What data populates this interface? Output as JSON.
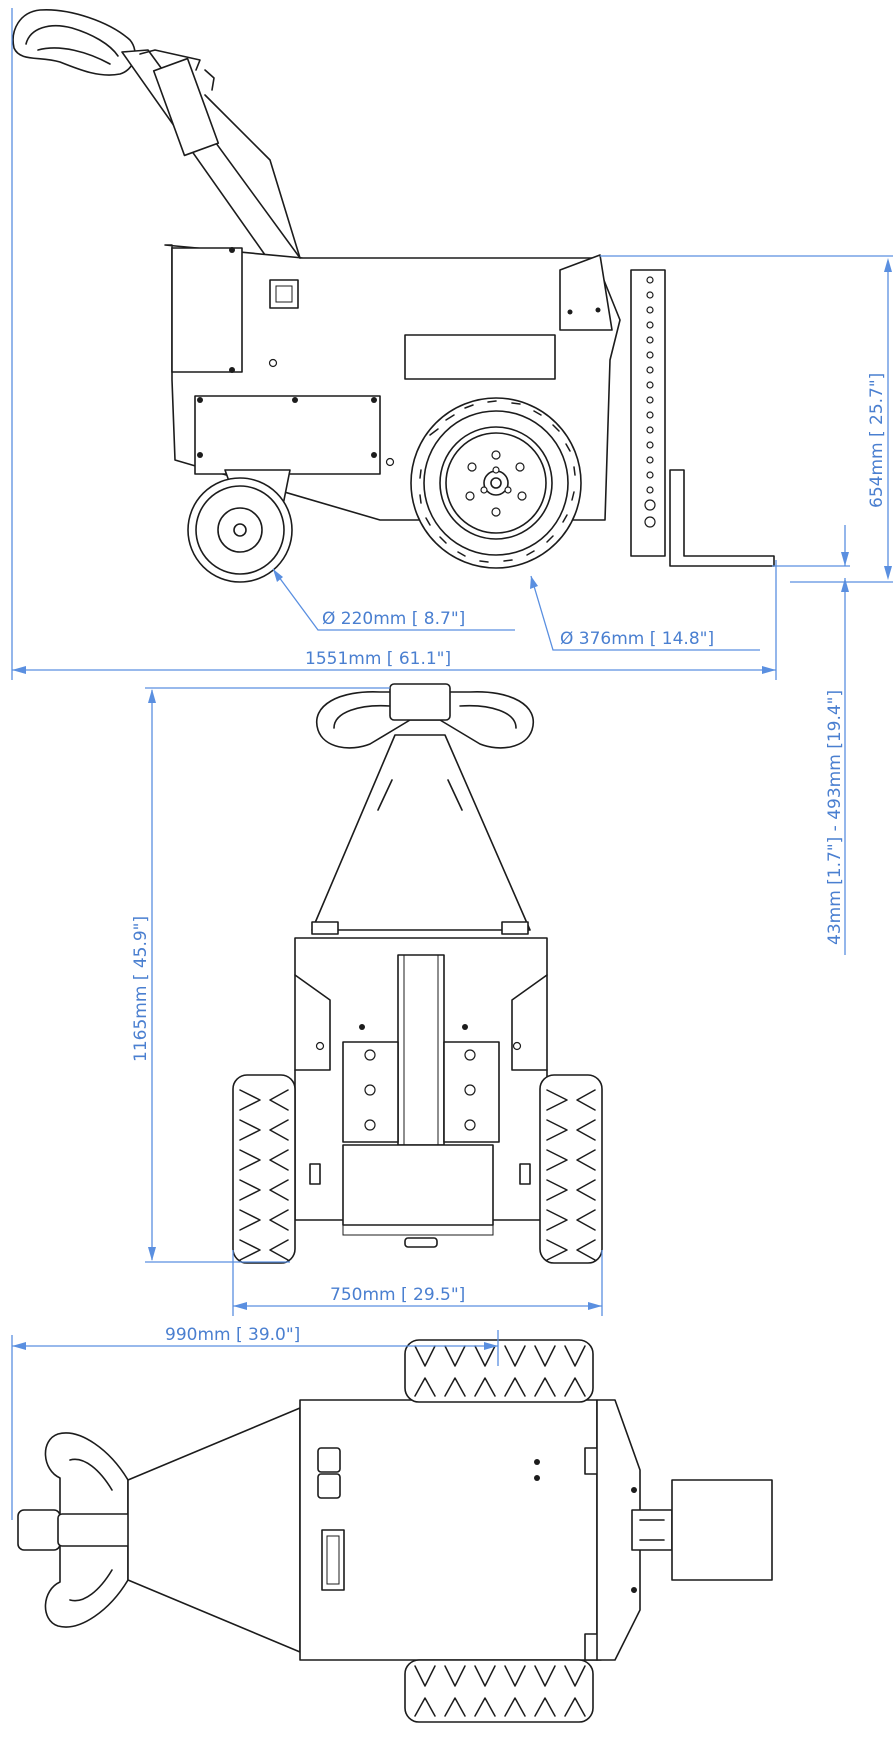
{
  "dimensions": {
    "overall_length": "1551mm [ 61.1\"]",
    "front_wheel_dia": "Ø 220mm [ 8.7\"]",
    "drive_wheel_dia": "Ø 376mm [ 14.8\"]",
    "coupling_height": "654mm [ 25.7\"]",
    "coupling_range": "43mm [1.7\"] - 493mm [19.4\"]",
    "handle_height": "1165mm [ 45.9\"]",
    "track_width": "750mm [ 29.5\"]",
    "overall_width": "990mm [ 39.0\"]"
  },
  "colors": {
    "dimension": "#4a7fd0",
    "linework": "#1c1c1c",
    "background": "#ffffff"
  }
}
